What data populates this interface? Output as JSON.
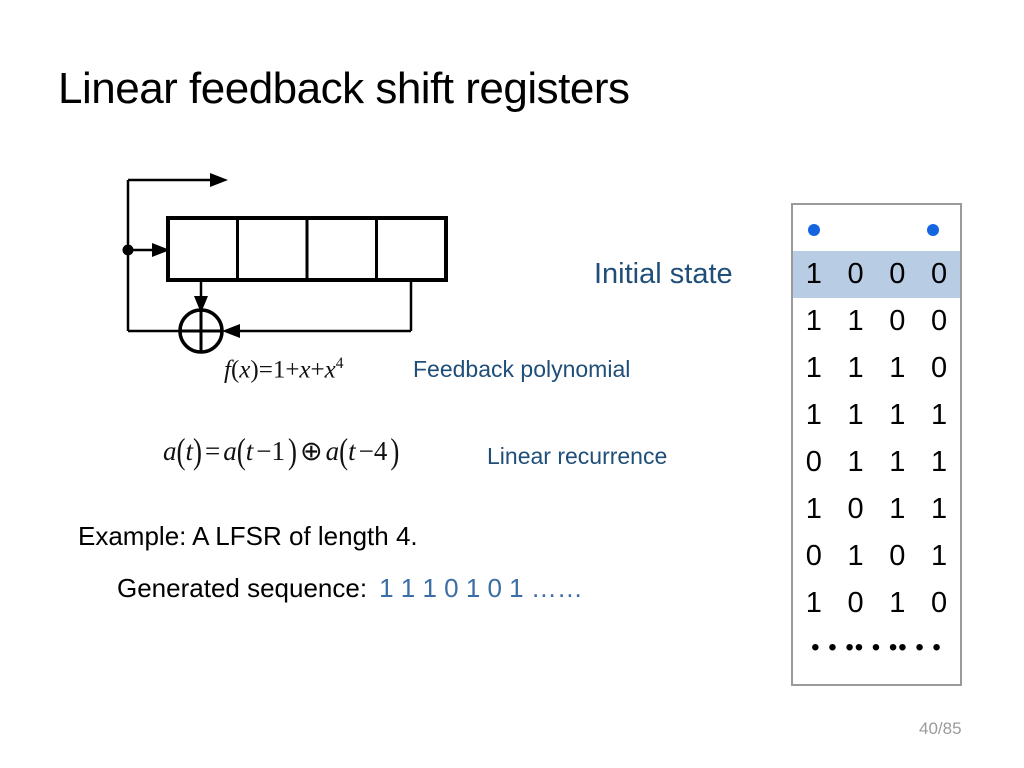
{
  "slide": {
    "title": "Linear feedback shift registers",
    "page_number": "40/85",
    "accent_blue": "#1f4e79",
    "sequence_blue": "#3a6ea5",
    "marker_blue": "#1565e0",
    "highlight_blue": "#b8cce4"
  },
  "diagram": {
    "register_cell_count": 4,
    "xor_symbol": "⊕",
    "cells": [
      "",
      "",
      "",
      ""
    ]
  },
  "formulas": {
    "feedback_polynomial": {
      "lhs_f": "f",
      "lhs_open": "(",
      "lhs_var": "x",
      "lhs_close": ")",
      "equals": "=1+",
      "term_x": "x",
      "plus": "+",
      "term_x4_base": "x",
      "term_x4_exp": "4",
      "plain": "f(x)=1+x+x4"
    },
    "linear_recurrence": {
      "a1": "a",
      "t1": "t",
      "eq": "=",
      "a2": "a",
      "t2": "t",
      "minus1": "−1",
      "xor": "⊕",
      "a3": "a",
      "t3": "t",
      "minus4": "−4",
      "plain": "a(t) = a(t−1) ⊕ a(t−4)"
    }
  },
  "labels": {
    "initial_state": "Initial state",
    "feedback_polynomial": "Feedback polynomial",
    "linear_recurrence": "Linear recurrence"
  },
  "body": {
    "example": "Example: A LFSR of length 4.",
    "sequence_label": "Generated sequence:",
    "sequence_value": "1 1 1 0 1 0 1 ……"
  },
  "state_table": {
    "column_count": 4,
    "marker_columns": [
      0,
      3
    ],
    "highlight_row_index": 0,
    "continuation": "• •  ••  •  ••  • •",
    "rows": [
      {
        "bits": [
          "1",
          "0",
          "0",
          "0"
        ],
        "highlight": true
      },
      {
        "bits": [
          "1",
          "1",
          "0",
          "0"
        ],
        "highlight": false
      },
      {
        "bits": [
          "1",
          "1",
          "1",
          "0"
        ],
        "highlight": false
      },
      {
        "bits": [
          "1",
          "1",
          "1",
          "1"
        ],
        "highlight": false
      },
      {
        "bits": [
          "0",
          "1",
          "1",
          "1"
        ],
        "highlight": false
      },
      {
        "bits": [
          "1",
          "0",
          "1",
          "1"
        ],
        "highlight": false
      },
      {
        "bits": [
          "0",
          "1",
          "0",
          "1"
        ],
        "highlight": false
      },
      {
        "bits": [
          "1",
          "0",
          "1",
          "0"
        ],
        "highlight": false
      }
    ]
  }
}
